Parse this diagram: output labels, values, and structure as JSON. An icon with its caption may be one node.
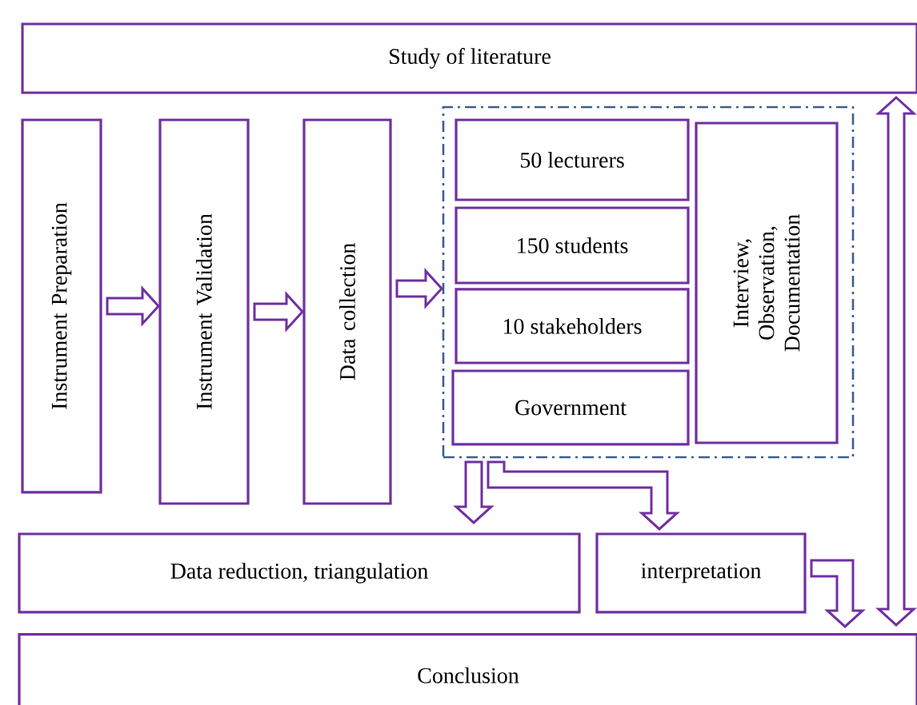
{
  "diagram": {
    "nodes": [
      {
        "text": [
          "Study of literature"
        ]
      },
      {
        "text": [
          "Instrument Preparation"
        ]
      },
      {
        "text": [
          "Instrument Validation"
        ]
      },
      {
        "text": [
          "Data collection"
        ]
      },
      {
        "text": [],
        "shape": "box"
      },
      {
        "text": [
          "50 lecturers"
        ],
        "in": 4
      },
      {
        "text": [
          "150 students"
        ],
        "in": 4
      },
      {
        "text": [
          "10 stakeholders"
        ],
        "in": 4
      },
      {
        "text": [
          "Government"
        ],
        "in": 4
      },
      {
        "text": [
          "Interview, Observation, Documentation"
        ],
        "in": 4
      },
      {
        "text": [
          "Data reduction, triangulation"
        ]
      },
      {
        "text": [
          "interpretation"
        ]
      },
      {
        "text": [
          "Conclusion"
        ]
      }
    ],
    "edges": [
      {
        "from": 1,
        "to": 2,
        "arrow": "to"
      },
      {
        "from": 2,
        "to": 3,
        "arrow": "to"
      },
      {
        "from": 3,
        "to": 4,
        "arrow": "to"
      },
      {
        "from": 4,
        "to": 10,
        "arrow": "to"
      },
      {
        "from": 4,
        "to": 11,
        "arrow": "to"
      },
      {
        "from": 11,
        "to": 12,
        "arrow": "to"
      },
      {
        "from": 0,
        "to": 12,
        "arrow": "both"
      }
    ]
  }
}
